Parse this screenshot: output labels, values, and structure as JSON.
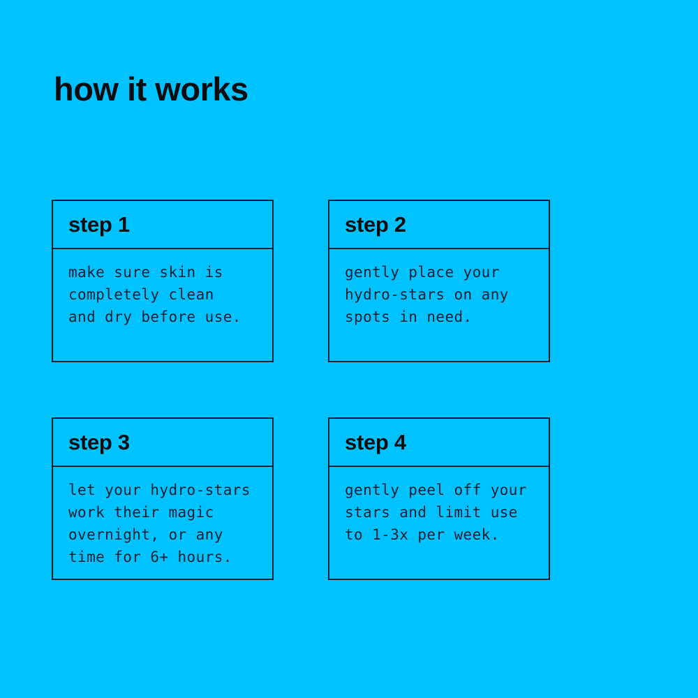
{
  "page": {
    "title": "how it works"
  },
  "colors": {
    "background": "#00c2ff",
    "border": "#0c2233",
    "heading_text": "#0a0d10",
    "body_text": "#0e2130"
  },
  "steps": [
    {
      "label": "step 1",
      "description": "make sure skin is\ncompletely clean\nand dry before use."
    },
    {
      "label": "step 2",
      "description": "gently place your\nhydro-stars on any\nspots in need."
    },
    {
      "label": "step 3",
      "description": "let your hydro-stars\nwork their magic\novernight, or any\ntime for 6+ hours."
    },
    {
      "label": "step 4",
      "description": "gently peel off your\nstars and limit use\nto 1-3x per week."
    }
  ]
}
